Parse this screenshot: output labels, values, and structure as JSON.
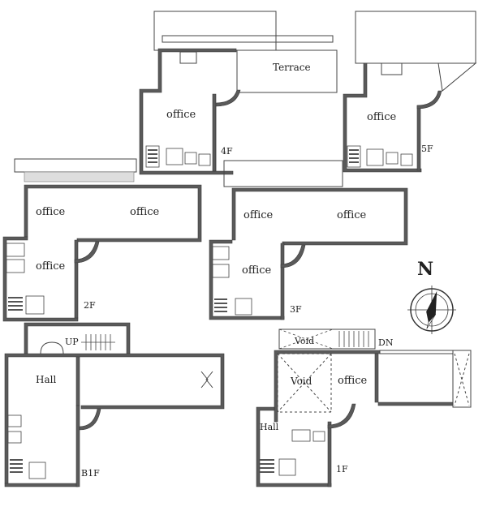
{
  "floors": {
    "f4": {
      "name": "4F",
      "rooms": {
        "office": "office",
        "terrace": "Terrace"
      }
    },
    "f5": {
      "name": "5F",
      "rooms": {
        "office": "office"
      }
    },
    "f3": {
      "name": "3F",
      "rooms": {
        "office_a": "office",
        "office_b": "office",
        "office_c": "office"
      }
    },
    "f2": {
      "name": "2F",
      "rooms": {
        "office_a": "office",
        "office_b": "office",
        "office_c": "office"
      }
    },
    "b1": {
      "name": "B1F",
      "rooms": {
        "hall": "Hall",
        "stair": "UP"
      }
    },
    "f1": {
      "name": "1F",
      "rooms": {
        "void_a": "Void",
        "void_b": "Void",
        "office": "office",
        "hall": "Hall",
        "stair": "DN"
      }
    }
  },
  "compass": {
    "label": "N"
  }
}
